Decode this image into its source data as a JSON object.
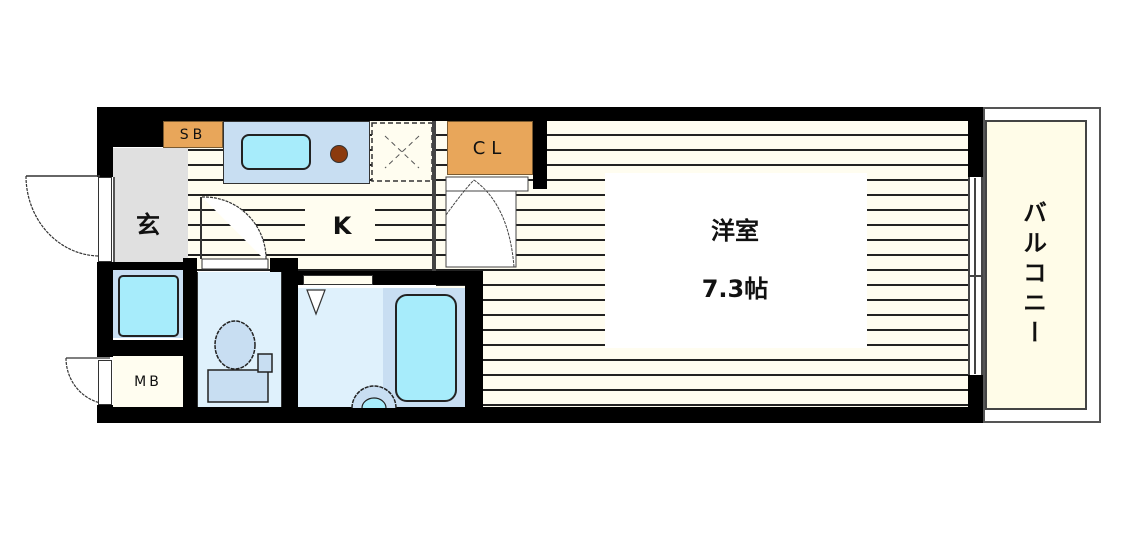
{
  "floorplan": {
    "rooms": {
      "entrance": "玄",
      "kitchen": "K",
      "shoe_box": "SB",
      "closet": "CL",
      "meter_box": "MB",
      "western_room": "洋室",
      "western_room_size": "7.3帖",
      "balcony": "バルコニー"
    },
    "colors": {
      "wall": "#000000",
      "floor": "#fffdf0",
      "storage": "#e8a65a",
      "wet_area": "#dff1fc",
      "fixture": "#a7ecfb",
      "entrance": "#e0e0e0",
      "stove": "#8b3a0e"
    }
  }
}
